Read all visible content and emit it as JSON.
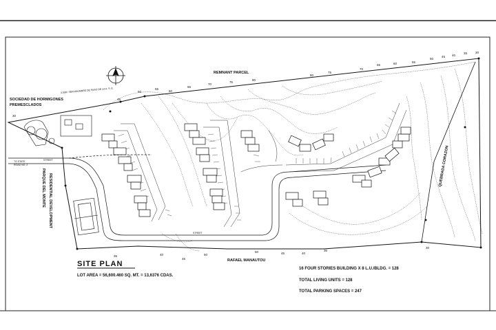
{
  "plan": {
    "title": "SITE PLAN",
    "lot_area": "LOT AREA = 56,600.460 SQ. MT. = 13,6376 CDAS.",
    "remnant_parcel": "REMNANT PARCEL",
    "easement": "3.00M. SERVIDUMBRE DE PASO DE LA A. S. E.",
    "neighbor_line1": "SOCIEDAD DE HORMIGONES",
    "neighbor_line2": "PREMESCLADOS",
    "state_road_line1": "TO STATE",
    "state_road_line2": "ROAD NO. 2",
    "parque_line1": "PARQUE DEL MONTE",
    "parque_line2": "RESIDENTIAL DEVELOPMENT",
    "road": "RAFAEL MANAUTOU",
    "quebrada": "QUEBRADA CORAZON",
    "street_left": "STREET",
    "street_bottom": "STREET"
  },
  "notes": {
    "buildings": "16 FOUR STORIES BUILDING X 8 L.U./BLDG. = 128",
    "living_units": "TOTAL LIVING UNITS = 128",
    "parking": "TOTAL PARKING SPACES = 247"
  },
  "elevations": {
    "top": [
      "45",
      "50",
      "55",
      "60",
      "65",
      "70",
      "75",
      "80",
      "80",
      "75",
      "70",
      "65",
      "60",
      "55",
      "50",
      "45",
      "40",
      "35",
      "30"
    ],
    "bottom": [
      "35",
      "40",
      "45",
      "50",
      "50",
      "45",
      "40",
      "35",
      "30",
      "30"
    ]
  }
}
